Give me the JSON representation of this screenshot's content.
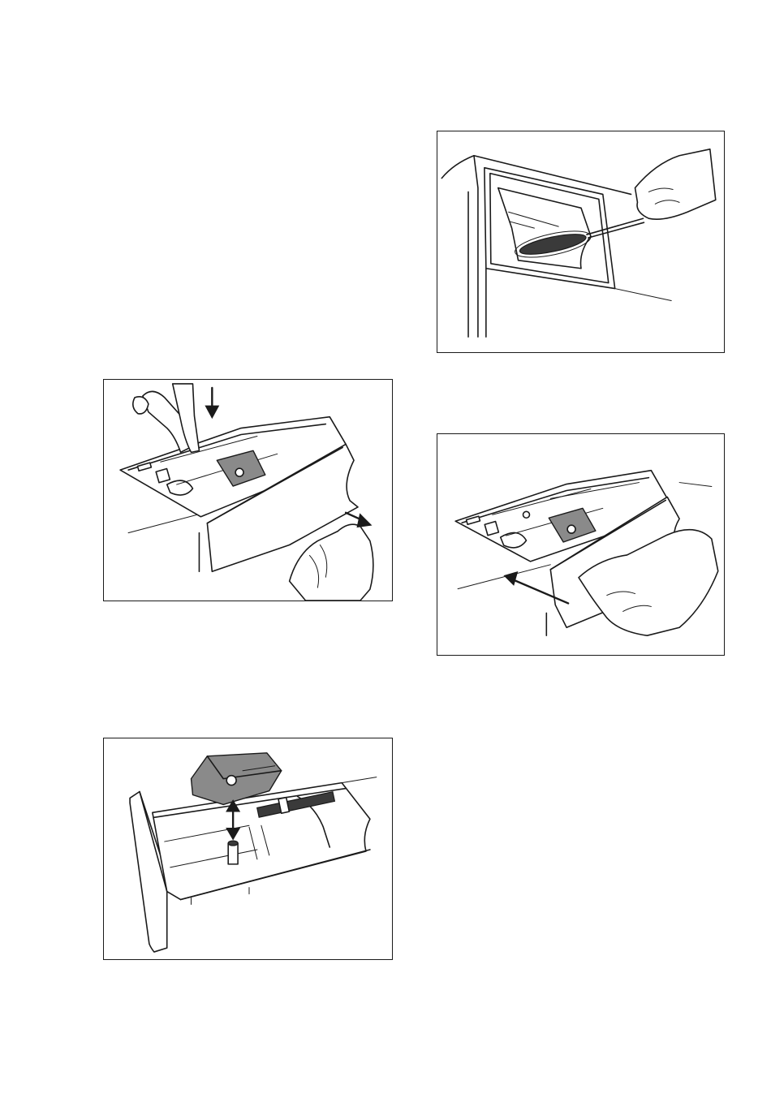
{
  "figures": [
    {
      "id": "pull-drawer",
      "icons": [
        "press-lever-arrow-icon",
        "pull-out-arrow-icon"
      ]
    },
    {
      "id": "brush-recess",
      "icons": [
        "brush-icon"
      ]
    },
    {
      "id": "insert-drawer",
      "icons": [
        "push-in-arrow-icon"
      ]
    },
    {
      "id": "remove-siphon",
      "icons": [
        "up-down-arrow-icon",
        "brush-icon"
      ]
    }
  ],
  "colors": {
    "line": "#1a1a1a",
    "shade": "#8a8a8a",
    "background": "#ffffff"
  }
}
